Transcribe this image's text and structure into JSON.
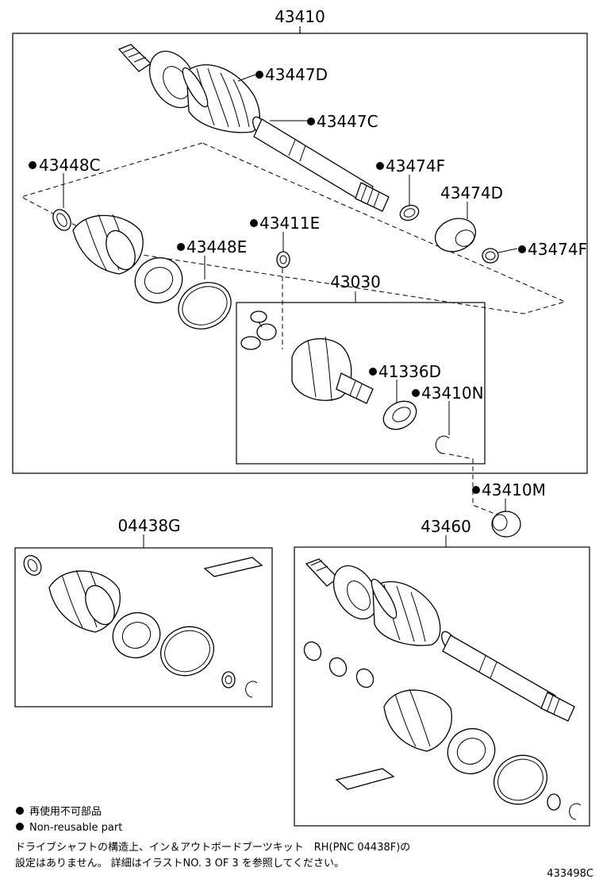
{
  "diagram": {
    "group_labels": {
      "assy_43410": "43410",
      "inboard_43030": "43030",
      "kit_04438G": "04438G",
      "assy_43460": "43460"
    },
    "part_labels": {
      "p43447D": "43447D",
      "p43447C": "43447C",
      "p43448C": "43448C",
      "p43474F_a": "43474F",
      "p43474D": "43474D",
      "p43411E": "43411E",
      "p43474F_b": "43474F",
      "p43448E": "43448E",
      "p41336D": "41336D",
      "p43410N": "43410N",
      "p43410M": "43410M"
    },
    "legend": {
      "jp_non_reusable": "再使用不可部品",
      "en_non_reusable": "Non-reusable part",
      "note_line1": "ドライブシャフトの構造上、イン＆アウトボードブーツキット　RH(PNC 04438F)の",
      "note_line2": "設定はありません。 詳細はイラストNO. 3 OF 3 を参照してください。"
    },
    "figure_code": "433498C",
    "marker_color": "#000000"
  }
}
